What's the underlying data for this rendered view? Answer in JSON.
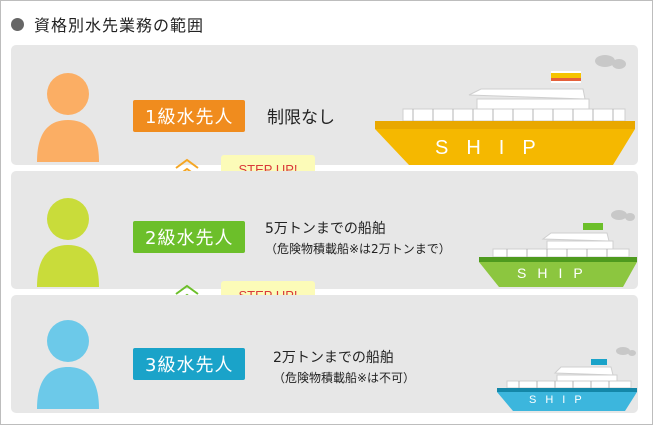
{
  "header": {
    "title": "資格別水先業務の範囲"
  },
  "colors": {
    "panel_bg": "#e7e7e7",
    "level1": "#f08c1e",
    "level2": "#6cbf2a",
    "level3": "#1aa3c9",
    "person1": "#fbae64",
    "person2": "#c9dc3a",
    "person3": "#6cc9e9",
    "stepup_text": "#d9393a",
    "stepup_bg": "#fcfbb8"
  },
  "levels": [
    {
      "badge": "1級水先人",
      "desc": "制限なし",
      "sub": "",
      "ship_label": "SHIP",
      "icon": "person-silhouette-icon"
    },
    {
      "badge": "2級水先人",
      "desc": "5万トンまでの船舶",
      "sub": "（危険物積載船※は2万トンまで）",
      "ship_label": "SHIP",
      "icon": "person-silhouette-icon"
    },
    {
      "badge": "3級水先人",
      "desc": "2万トンまでの船舶",
      "sub": "（危険物積載船※は不可）",
      "ship_label": "SHIP",
      "icon": "person-silhouette-icon"
    }
  ],
  "stepups": [
    {
      "label": "STEP UP!",
      "chevron_icon": "double-chevron-up-icon"
    },
    {
      "label": "STEP UP!",
      "chevron_icon": "double-chevron-up-icon"
    }
  ]
}
